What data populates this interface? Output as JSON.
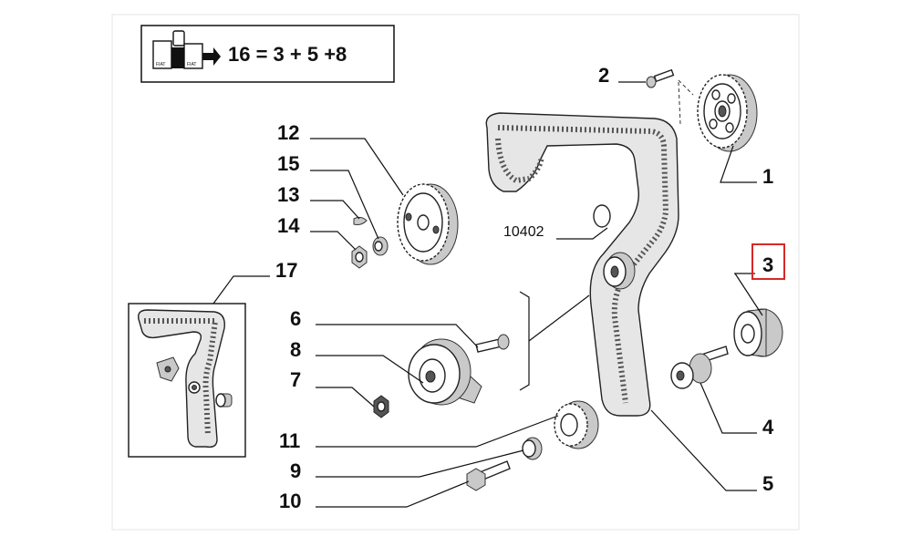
{
  "diagram": {
    "formula": "16 = 3 + 5 +8",
    "icon_labels": {
      "left": "FIAT",
      "right": "FIAT"
    },
    "callouts": [
      {
        "key": "c1",
        "text": "1"
      },
      {
        "key": "c2",
        "text": "2"
      },
      {
        "key": "c3",
        "text": "3",
        "highlighted": true
      },
      {
        "key": "c4",
        "text": "4"
      },
      {
        "key": "c5",
        "text": "5"
      },
      {
        "key": "c6",
        "text": "6"
      },
      {
        "key": "c7",
        "text": "7"
      },
      {
        "key": "c8",
        "text": "8"
      },
      {
        "key": "c9",
        "text": "9"
      },
      {
        "key": "c10",
        "text": "10"
      },
      {
        "key": "c11",
        "text": "11"
      },
      {
        "key": "c12",
        "text": "12"
      },
      {
        "key": "c13",
        "text": "13"
      },
      {
        "key": "c14",
        "text": "14"
      },
      {
        "key": "c15",
        "text": "15"
      },
      {
        "key": "c17",
        "text": "17"
      },
      {
        "key": "c10402",
        "text": "10402"
      }
    ],
    "colors": {
      "highlight": "#d62828",
      "line": "#111111",
      "background": "#ffffff"
    }
  }
}
